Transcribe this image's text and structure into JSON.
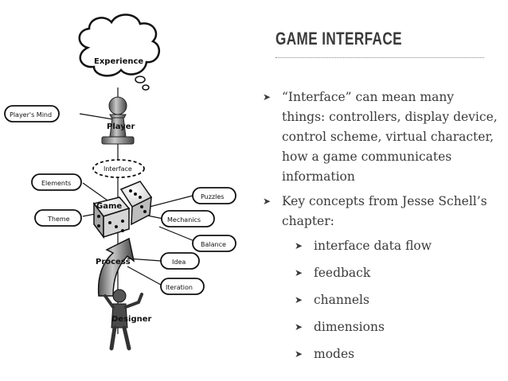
{
  "slide": {
    "title": "GAME INTERFACE",
    "bullets": [
      {
        "level": 1,
        "text": "“Interface” can mean many things: controllers, display device, control scheme, virtual character, how a game communicates information"
      },
      {
        "level": 1,
        "text": "Key concepts from Jesse Schell’s chapter:"
      },
      {
        "level": 2,
        "text": "interface data flow"
      },
      {
        "level": 2,
        "text": "feedback"
      },
      {
        "level": 2,
        "text": "channels"
      },
      {
        "level": 2,
        "text": "dimensions"
      },
      {
        "level": 2,
        "text": "modes"
      }
    ],
    "bullet_marker": "➤"
  },
  "diagram": {
    "experience": "Experience",
    "players_mind": "Player's Mind",
    "player": "Player",
    "interface": "Interface",
    "elements": "Elements",
    "game": "Game",
    "puzzles": "Puzzles",
    "theme": "Theme",
    "mechanics": "Mechanics",
    "balance": "Balance",
    "process": "Process",
    "idea": "Idea",
    "iteration": "Iteration",
    "designer": "Designer"
  }
}
